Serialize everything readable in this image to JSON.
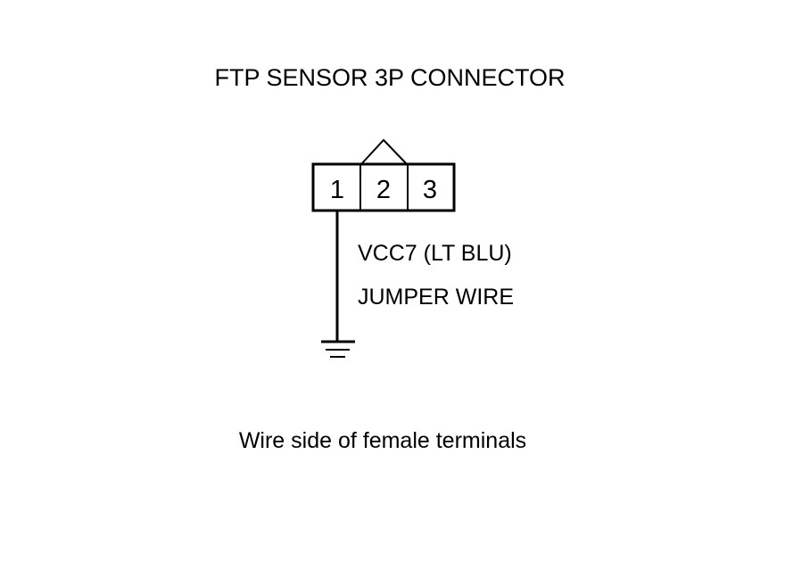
{
  "title": "FTP SENSOR 3P CONNECTOR",
  "connector": {
    "pins": [
      "1",
      "2",
      "3"
    ]
  },
  "wire": {
    "label": "VCC7 (LT BLU)",
    "type": "JUMPER WIRE"
  },
  "ground_icon": "ground-symbol-icon",
  "footer_note": "Wire side of female terminals"
}
